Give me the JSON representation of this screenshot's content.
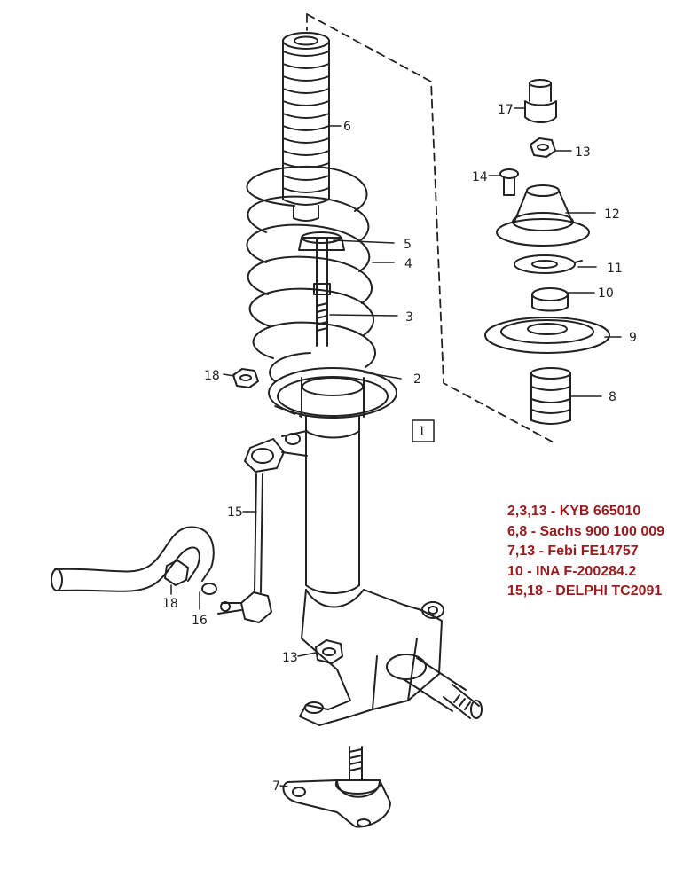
{
  "colors": {
    "ink": "#222222",
    "accent": "#9b1b1e",
    "paper": "#ffffff"
  },
  "callouts": {
    "c1": "1",
    "c2": "2",
    "c3": "3",
    "c4": "4",
    "c5": "5",
    "c6": "6",
    "c7": "7",
    "c8": "8",
    "c9": "9",
    "c10": "10",
    "c11": "11",
    "c12": "12",
    "c13_top": "13",
    "c13_side": "13",
    "c14": "14",
    "c15": "15",
    "c16": "16",
    "c17": "17",
    "c18_top": "18",
    "c18_bottom": "18"
  },
  "parts_list": [
    "2,3,13 - KYB 665010",
    "6,8 - Sachs 900 100 009",
    "7,13 - Febi FE14757",
    "10 - INA F-200284.2",
    "15,18 - DELPHI TC2091"
  ]
}
